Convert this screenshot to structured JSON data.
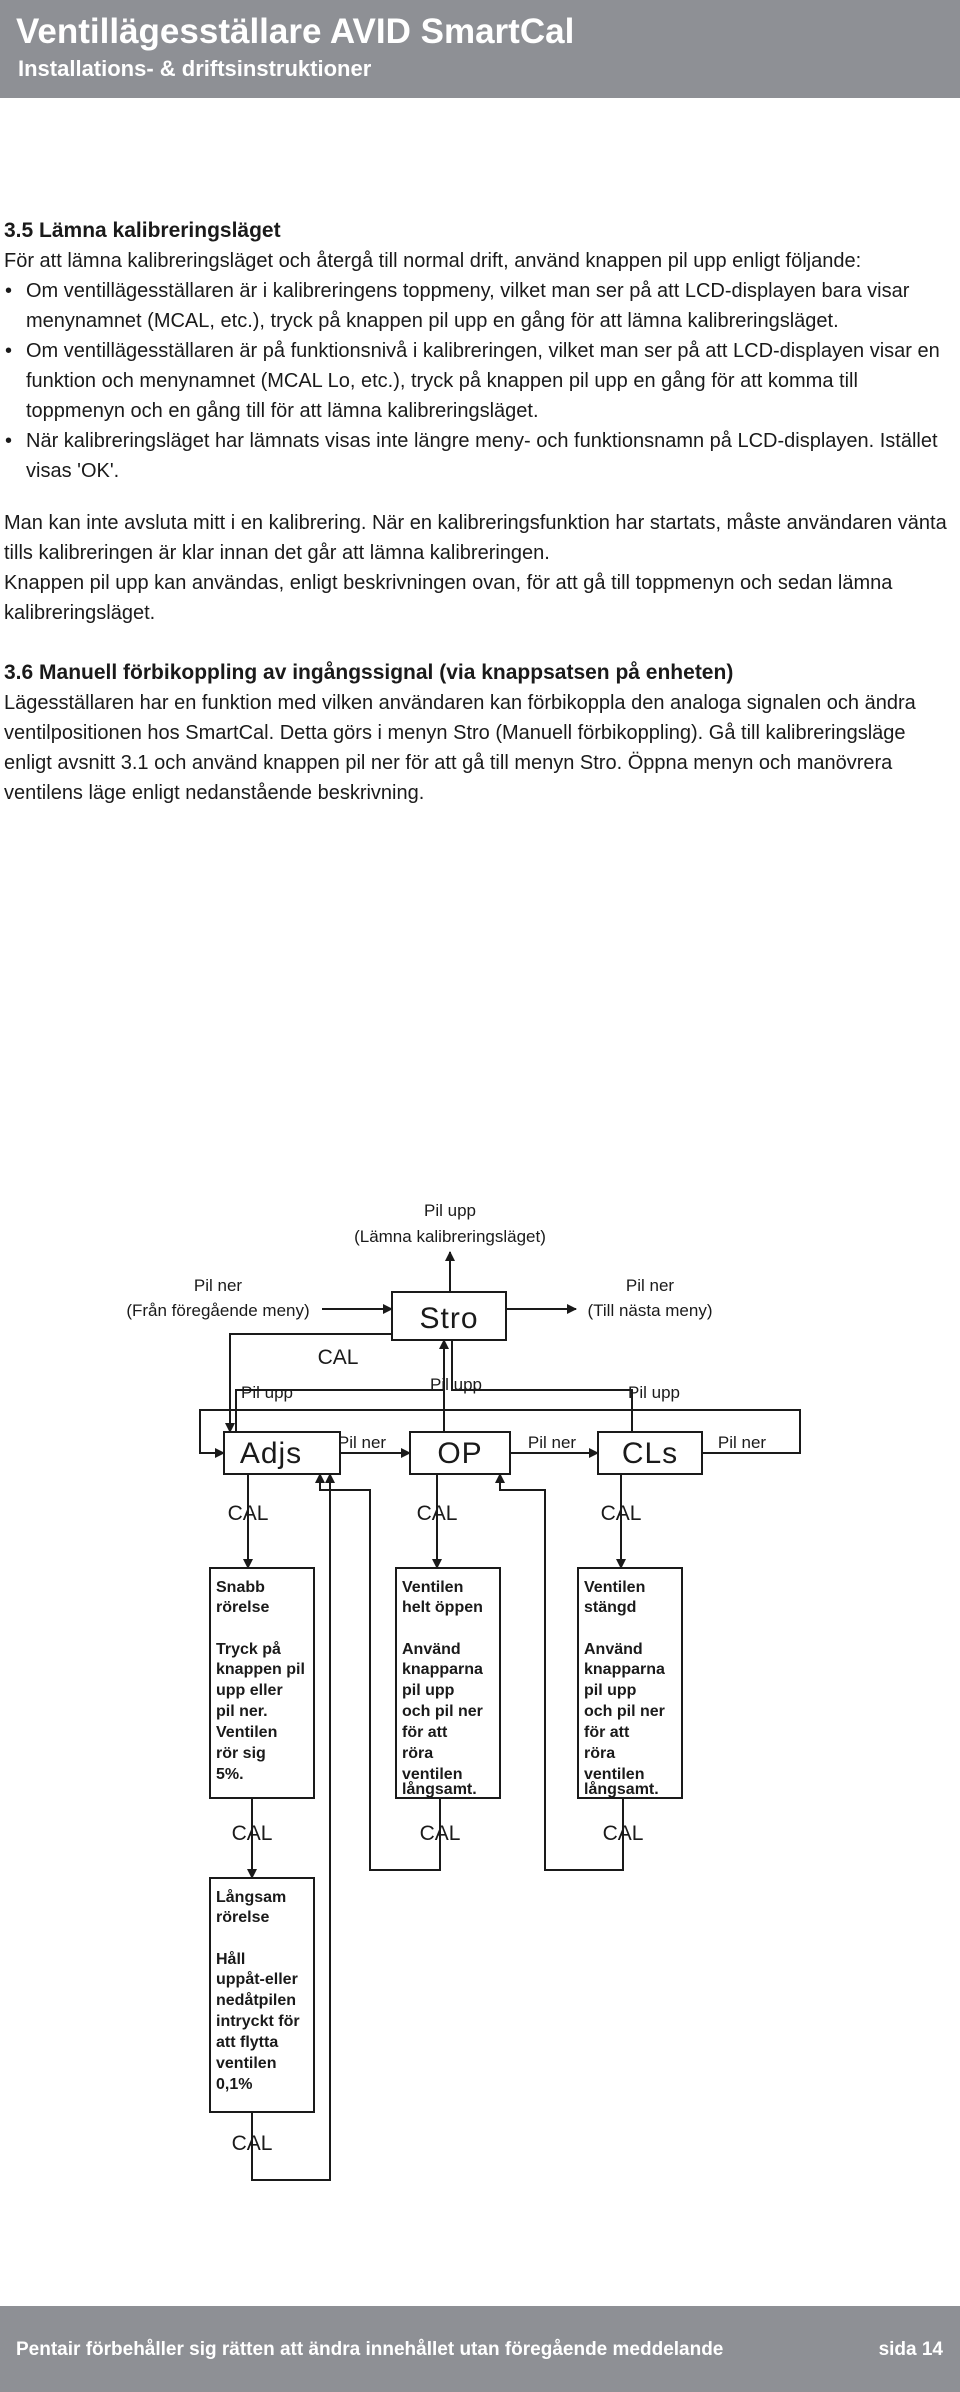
{
  "header": {
    "title": "Ventillägesställare AVID SmartCal",
    "subtitle": "Installations- & driftsinstruktioner"
  },
  "section_3_5": {
    "heading": "3.5 Lämna kalibreringsläget",
    "intro": "För att lämna kalibreringsläget och återgå till normal drift, använd knappen pil upp enligt följande:",
    "bullets": [
      "Om ventillägesställaren är i kalibreringens toppmeny, vilket man ser på att LCD-displayen bara visar menynamnet (MCAL, etc.), tryck på knappen pil upp en gång för att lämna kalibreringsläget.",
      "Om ventillägesställaren är på funktionsnivå i kalibreringen, vilket man ser på att LCD-displayen visar en funktion och menynamnet (MCAL Lo, etc.), tryck på knappen pil upp en gång för att komma till toppmenyn och en gång till för att lämna kalibreringsläget.",
      "När kalibreringsläget har lämnats visas inte längre meny- och funktionsnamn på LCD-displayen. Istället visas 'OK'."
    ],
    "para1": "Man kan inte avsluta mitt i en kalibrering. När en kalibreringsfunktion har startats, måste användaren vänta tills kalibreringen är klar innan det går att lämna kalibreringen.",
    "para2": "Knappen pil upp kan användas, enligt beskrivningen ovan, för att gå till toppmenyn och sedan lämna kalibreringsläget."
  },
  "section_3_6": {
    "heading": "3.6 Manuell förbikoppling av ingångssignal (via knappsatsen på enheten)",
    "body": "Lägesställaren har en funktion med vilken användaren kan förbikoppla den analoga signalen och ändra ventilpositionen hos SmartCal. Detta görs i menyn Stro (Manuell förbikoppling). Gå till kalibreringsläge enligt avsnitt 3.1 och använd knappen pil ner för att gå till menyn Stro. Öppna menyn och manövrera ventilens läge enligt nedanstående beskrivning."
  },
  "diagram": {
    "top_label_1": "Pil upp",
    "top_label_2": "(Lämna kalibreringsläget)",
    "left_label_1": "Pil ner",
    "left_label_2": "(Från föregående meny)",
    "right_label_1": "Pil ner",
    "right_label_2": "(Till nästa meny)",
    "stro": "Stro",
    "adjs": "Adjs",
    "op": "OP",
    "cls": "CLs",
    "pil_upp": "Pil upp",
    "pil_ner": "Pil ner",
    "cal": "CAL",
    "box_fast": [
      "Snabb",
      "rörelse",
      "",
      "Tryck på",
      "knappen pil",
      "upp eller",
      "pil ner.",
      "Ventilen",
      "rör sig",
      "5%."
    ],
    "box_open": [
      "Ventilen",
      "helt öppen",
      "",
      "Använd",
      "knapparna",
      "pil upp",
      "och pil ner",
      "för att",
      "röra",
      "ventilen",
      "långsamt."
    ],
    "box_closed": [
      "Ventilen",
      "stängd",
      "",
      "Använd",
      "knapparna",
      "pil upp",
      "och pil ner",
      "för att",
      "röra",
      "ventilen",
      "långsamt."
    ],
    "box_slow": [
      "Långsam",
      "rörelse",
      "",
      "Håll",
      "uppåt-eller",
      "nedåtpilen",
      "intryckt för",
      "att flytta",
      "ventilen",
      "0,1%"
    ]
  },
  "footer": {
    "text": "Pentair förbehåller sig rätten att ändra innehållet utan föregående meddelande",
    "page": "sida 14"
  }
}
